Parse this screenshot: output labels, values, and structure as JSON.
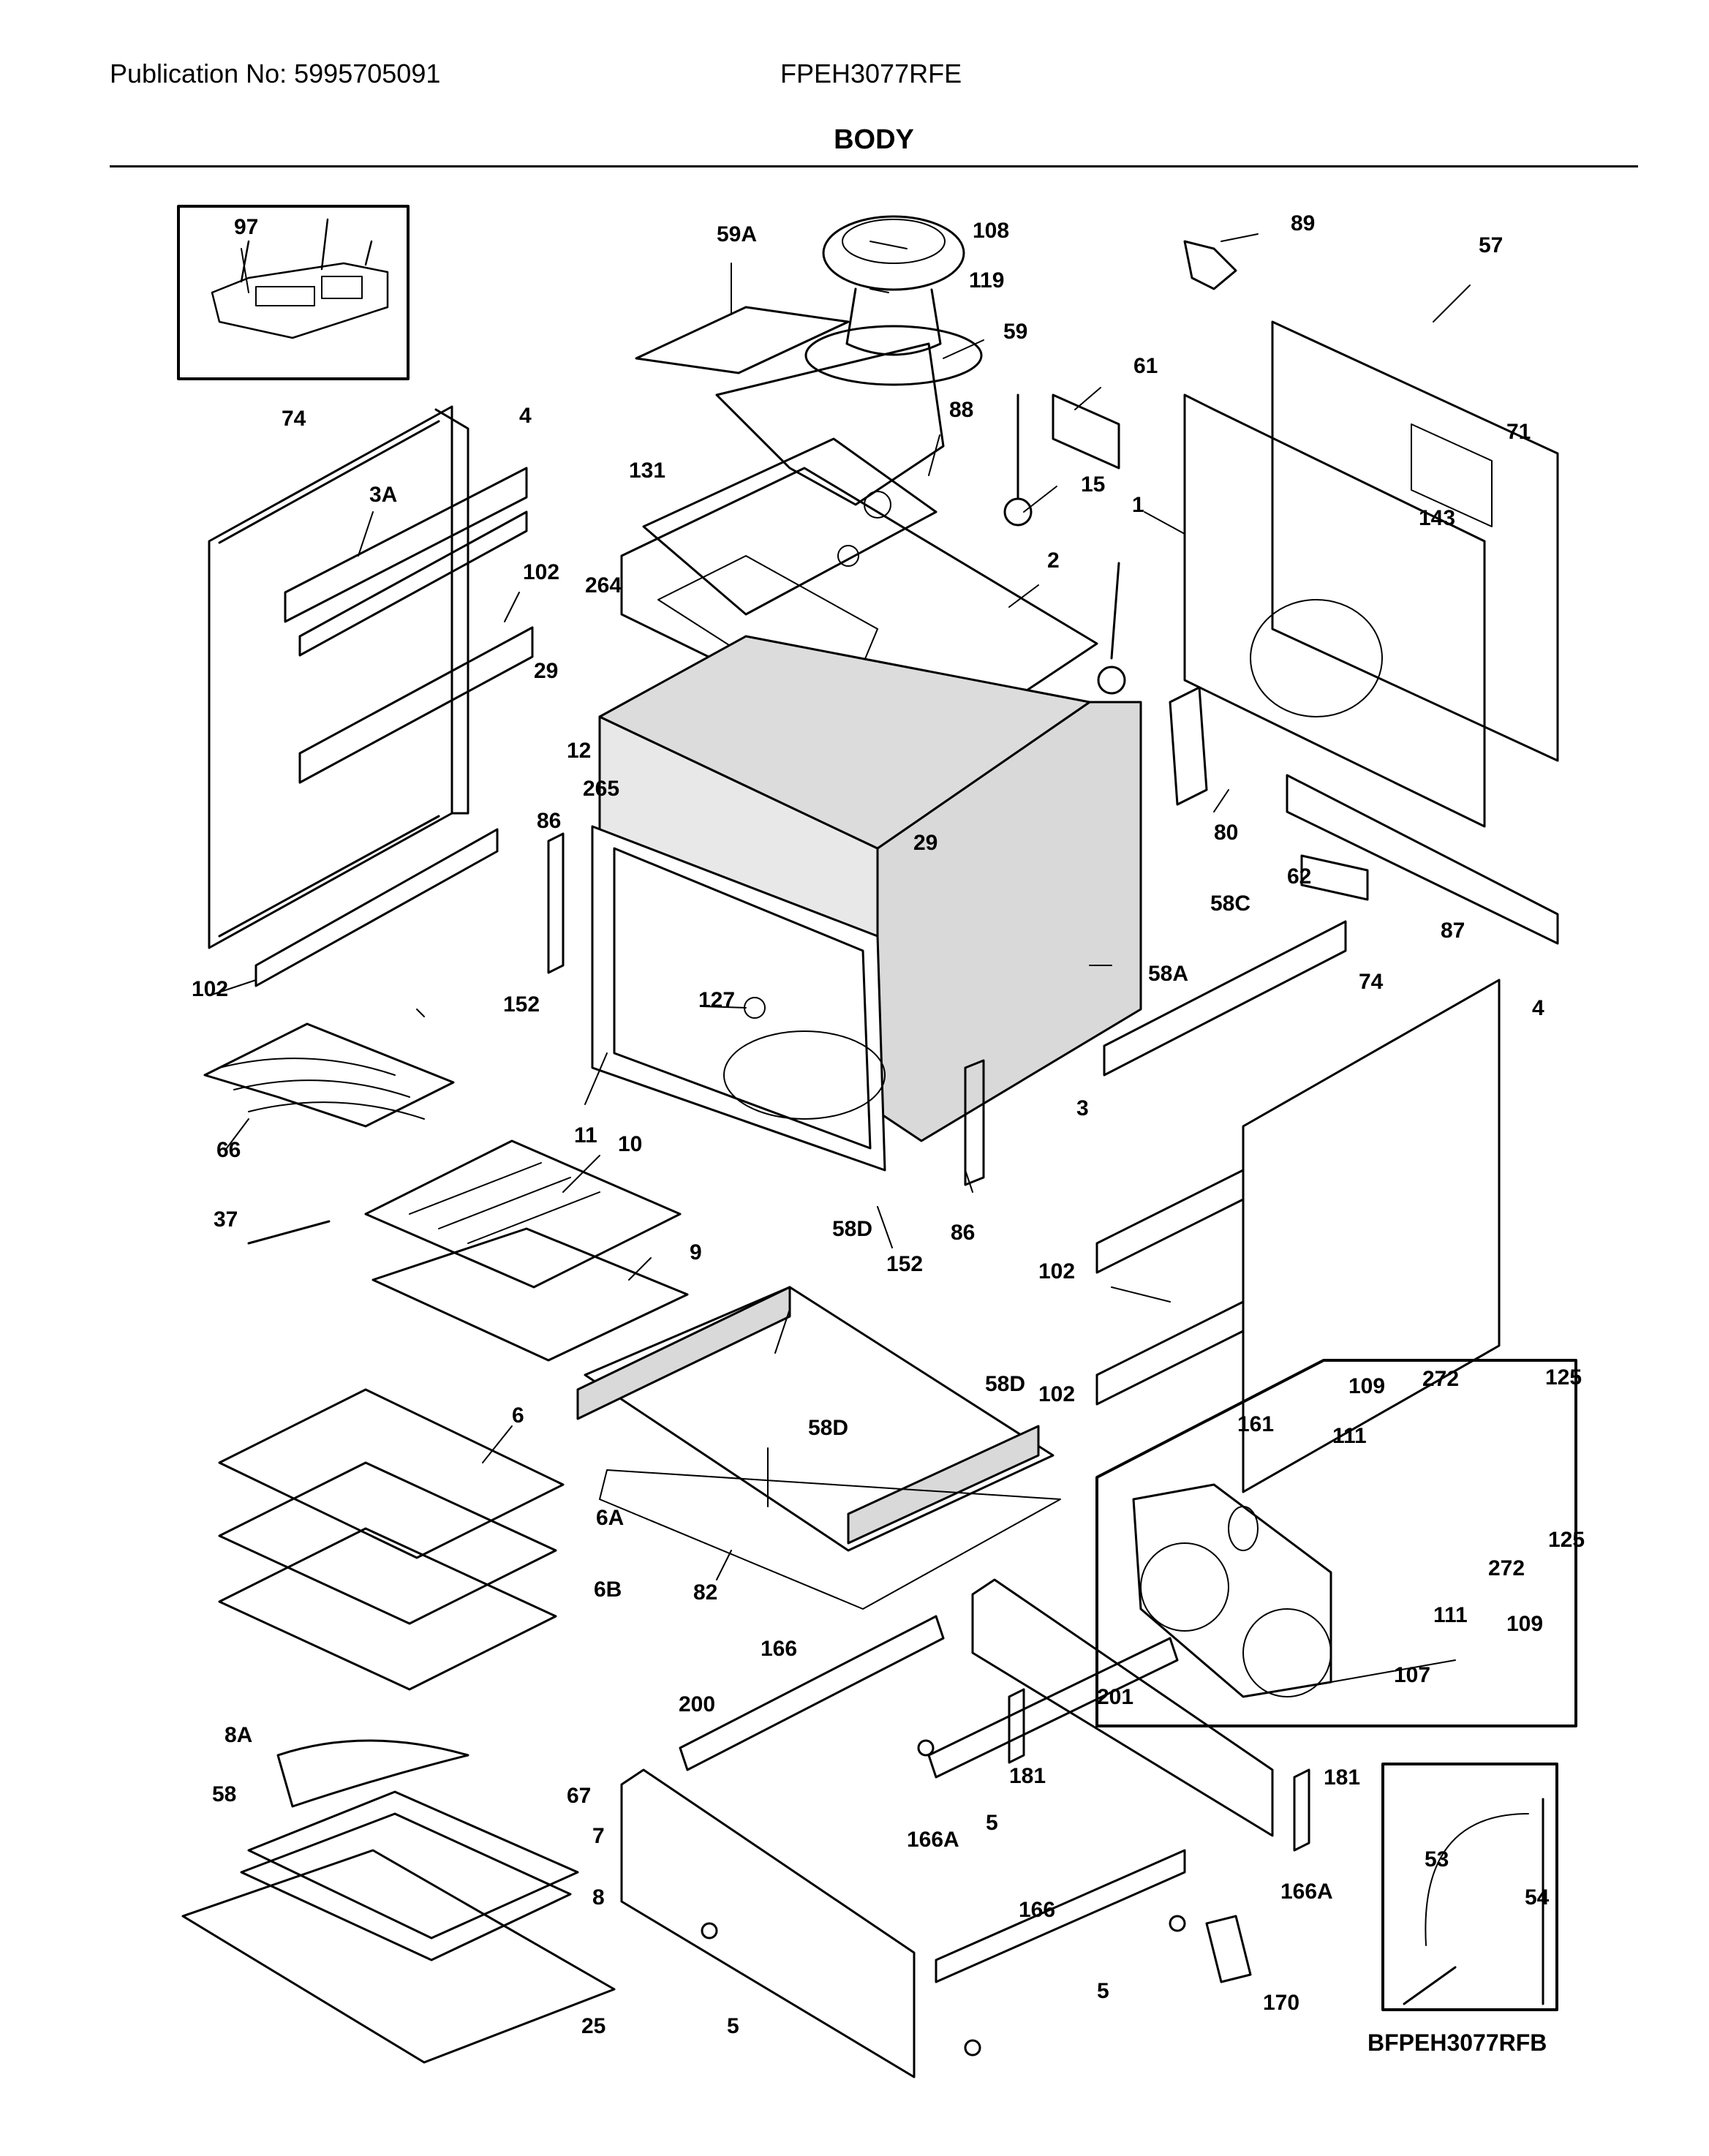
{
  "header": {
    "publication": "Publication No: 5995705091",
    "model": "FPEH3077RFE",
    "section": "BODY"
  },
  "diagram_code": "BFPEH3077RFB",
  "colors": {
    "ink": "#000000",
    "insulation": "#d9d9d9",
    "line": "#333333"
  },
  "callouts": [
    {
      "id": "c-97",
      "text": "97"
    },
    {
      "id": "c-59A",
      "text": "59A"
    },
    {
      "id": "c-108",
      "text": "108"
    },
    {
      "id": "c-119",
      "text": "119"
    },
    {
      "id": "c-59",
      "text": "59"
    },
    {
      "id": "c-89",
      "text": "89"
    },
    {
      "id": "c-57",
      "text": "57"
    },
    {
      "id": "c-61",
      "text": "61"
    },
    {
      "id": "c-71",
      "text": "71"
    },
    {
      "id": "c-74a",
      "text": "74"
    },
    {
      "id": "c-4a",
      "text": "4"
    },
    {
      "id": "c-88",
      "text": "88"
    },
    {
      "id": "c-3A",
      "text": "3A"
    },
    {
      "id": "c-131",
      "text": "131"
    },
    {
      "id": "c-15",
      "text": "15"
    },
    {
      "id": "c-1",
      "text": "1"
    },
    {
      "id": "c-143",
      "text": "143"
    },
    {
      "id": "c-102a",
      "text": "102"
    },
    {
      "id": "c-264",
      "text": "264"
    },
    {
      "id": "c-2",
      "text": "2"
    },
    {
      "id": "c-29a",
      "text": "29"
    },
    {
      "id": "c-12",
      "text": "12"
    },
    {
      "id": "c-265",
      "text": "265"
    },
    {
      "id": "c-80",
      "text": "80"
    },
    {
      "id": "c-86a",
      "text": "86"
    },
    {
      "id": "c-29b",
      "text": "29"
    },
    {
      "id": "c-62",
      "text": "62"
    },
    {
      "id": "c-58C",
      "text": "58C"
    },
    {
      "id": "c-87",
      "text": "87"
    },
    {
      "id": "c-102b",
      "text": "102"
    },
    {
      "id": "c-152a",
      "text": "152"
    },
    {
      "id": "c-127",
      "text": "127"
    },
    {
      "id": "c-58A",
      "text": "58A"
    },
    {
      "id": "c-74b",
      "text": "74"
    },
    {
      "id": "c-4b",
      "text": "4"
    },
    {
      "id": "c-3",
      "text": "3"
    },
    {
      "id": "c-11",
      "text": "11"
    },
    {
      "id": "c-66",
      "text": "66"
    },
    {
      "id": "c-10",
      "text": "10"
    },
    {
      "id": "c-86b",
      "text": "86"
    },
    {
      "id": "c-37",
      "text": "37"
    },
    {
      "id": "c-9",
      "text": "9"
    },
    {
      "id": "c-58Da",
      "text": "58D"
    },
    {
      "id": "c-152b",
      "text": "152"
    },
    {
      "id": "c-102c",
      "text": "102"
    },
    {
      "id": "c-6",
      "text": "6"
    },
    {
      "id": "c-58Db",
      "text": "58D"
    },
    {
      "id": "c-58Dc",
      "text": "58D"
    },
    {
      "id": "c-102d",
      "text": "102"
    },
    {
      "id": "c-109a",
      "text": "109"
    },
    {
      "id": "c-272a",
      "text": "272"
    },
    {
      "id": "c-125a",
      "text": "125"
    },
    {
      "id": "c-161",
      "text": "161"
    },
    {
      "id": "c-111a",
      "text": "111"
    },
    {
      "id": "c-6A",
      "text": "6A"
    },
    {
      "id": "c-125b",
      "text": "125"
    },
    {
      "id": "c-272b",
      "text": "272"
    },
    {
      "id": "c-82",
      "text": "82"
    },
    {
      "id": "c-6B",
      "text": "6B"
    },
    {
      "id": "c-111b",
      "text": "111"
    },
    {
      "id": "c-109b",
      "text": "109"
    },
    {
      "id": "c-166a",
      "text": "166"
    },
    {
      "id": "c-107",
      "text": "107"
    },
    {
      "id": "c-200",
      "text": "200"
    },
    {
      "id": "c-201",
      "text": "201"
    },
    {
      "id": "c-8A",
      "text": "8A"
    },
    {
      "id": "c-181a",
      "text": "181"
    },
    {
      "id": "c-181b",
      "text": "181"
    },
    {
      "id": "c-58",
      "text": "58"
    },
    {
      "id": "c-67",
      "text": "67"
    },
    {
      "id": "c-5a",
      "text": "5"
    },
    {
      "id": "c-166Aa",
      "text": "166A"
    },
    {
      "id": "c-7",
      "text": "7"
    },
    {
      "id": "c-53",
      "text": "53"
    },
    {
      "id": "c-166b",
      "text": "166"
    },
    {
      "id": "c-166Ab",
      "text": "166A"
    },
    {
      "id": "c-8",
      "text": "8"
    },
    {
      "id": "c-54",
      "text": "54"
    },
    {
      "id": "c-5b",
      "text": "5"
    },
    {
      "id": "c-5c",
      "text": "5"
    },
    {
      "id": "c-170",
      "text": "170"
    },
    {
      "id": "c-25",
      "text": "25"
    }
  ]
}
